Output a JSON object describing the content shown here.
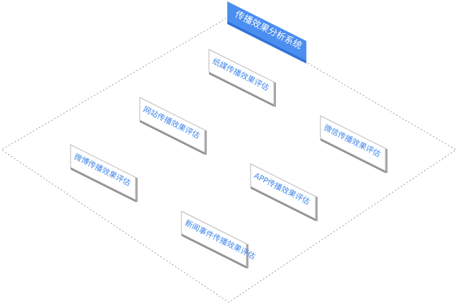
{
  "title": "传播效果分析系统",
  "modules": [
    {
      "label": "纸媒传播效果评估"
    },
    {
      "label": "网站传播效果评估"
    },
    {
      "label": "微信传播效果评估"
    },
    {
      "label": "微博传播效果评估"
    },
    {
      "label": "APP传播效果评估"
    },
    {
      "label": "新闻事件传播效果评估"
    }
  ],
  "colors": {
    "accent": "#4a8ef0",
    "card_text": "#3f86ea"
  }
}
